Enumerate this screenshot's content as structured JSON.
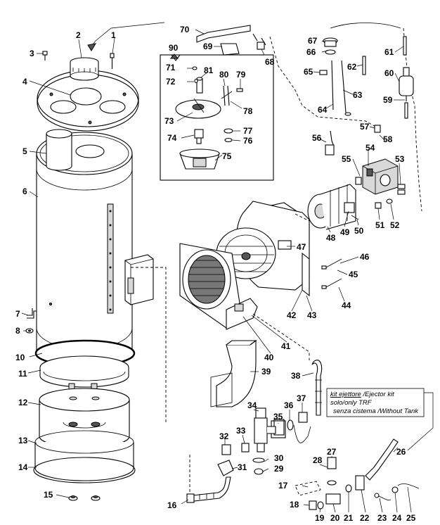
{
  "labels": {
    "l1": "1",
    "l2": "2",
    "l3": "3",
    "l4": "4",
    "l5": "5",
    "l6": "6",
    "l7": "7",
    "l8": "8",
    "l10": "10",
    "l11": "11",
    "l12": "12",
    "l13": "13",
    "l14": "14",
    "l15": "15",
    "l16": "16",
    "l17": "17",
    "l18": "18",
    "l19": "19",
    "l20": "20",
    "l21": "21",
    "l22": "22",
    "l23": "23",
    "l24": "24",
    "l25": "25",
    "l26": "26",
    "l27": "27",
    "l28": "28",
    "l29": "29",
    "l30": "30",
    "l31": "31",
    "l32": "32",
    "l33": "33",
    "l34": "34",
    "l35": "35",
    "l36": "36",
    "l37": "37",
    "l38": "38",
    "l39": "39",
    "l40": "40",
    "l41": "41",
    "l42": "42",
    "l43": "43",
    "l44": "44",
    "l45": "45",
    "l46": "46",
    "l47": "47",
    "l48": "48",
    "l49": "49",
    "l50": "50",
    "l51": "51",
    "l52": "52",
    "l53": "53",
    "l54": "54",
    "l55": "55",
    "l56": "56",
    "l57": "57",
    "l58": "58",
    "l59": "59",
    "l60": "60",
    "l61": "61",
    "l62": "62",
    "l63": "63",
    "l64": "64",
    "l65": "65",
    "l66": "66",
    "l67": "67",
    "l68": "68",
    "l69": "69",
    "l70": "70",
    "l71": "71",
    "l72": "72",
    "l73": "73",
    "l74": "74",
    "l75": "75",
    "l76": "76",
    "l77": "77",
    "l78": "78",
    "l79": "79",
    "l80": "80",
    "l81": "81",
    "l90": "90"
  },
  "kit_note": {
    "line1_it": "kit ejettore",
    "line1_sep": " /",
    "line1_en": "Ejector kit",
    "line2": "solo/only TRF",
    "line3": "senza cistema /Without Tank"
  }
}
